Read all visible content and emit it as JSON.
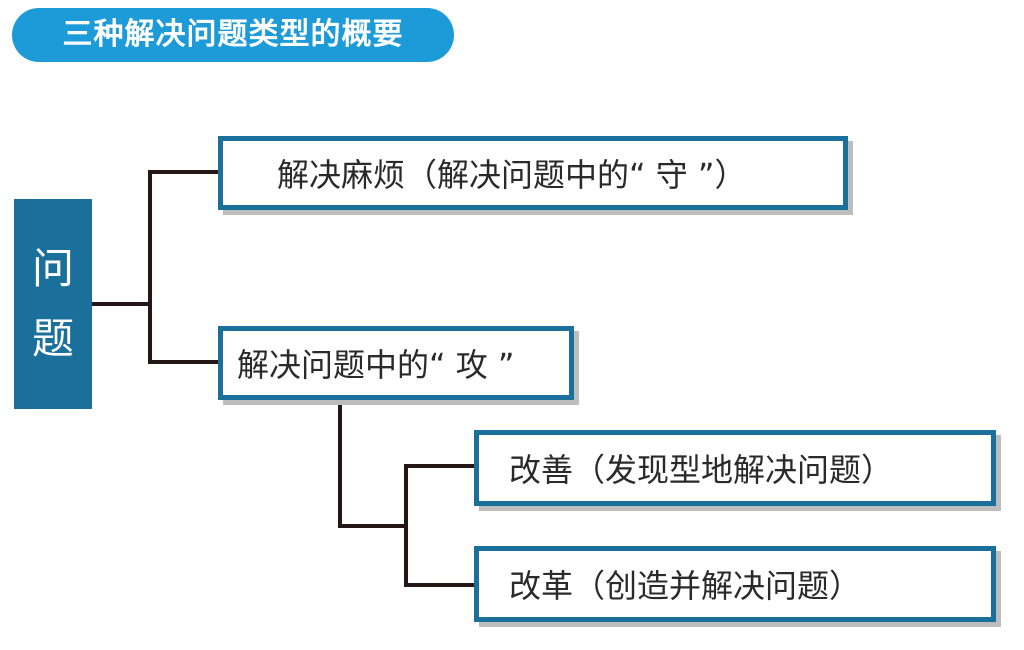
{
  "title": "三种解决问题类型的概要",
  "root": {
    "chars": [
      "问",
      "题"
    ]
  },
  "nodes": {
    "defense": "解决麻烦（解决问题中的“ 守 ”）",
    "offense": "解决问题中的“ 攻 ”",
    "improvement": "改善（发现型地解决问题）",
    "reform": "改革（创造并解决问题）"
  },
  "colors": {
    "title_bg": "#1d9bd8",
    "root_bg": "#1b6f9b",
    "node_border": "#1b6f9b",
    "connector": "#231815"
  }
}
